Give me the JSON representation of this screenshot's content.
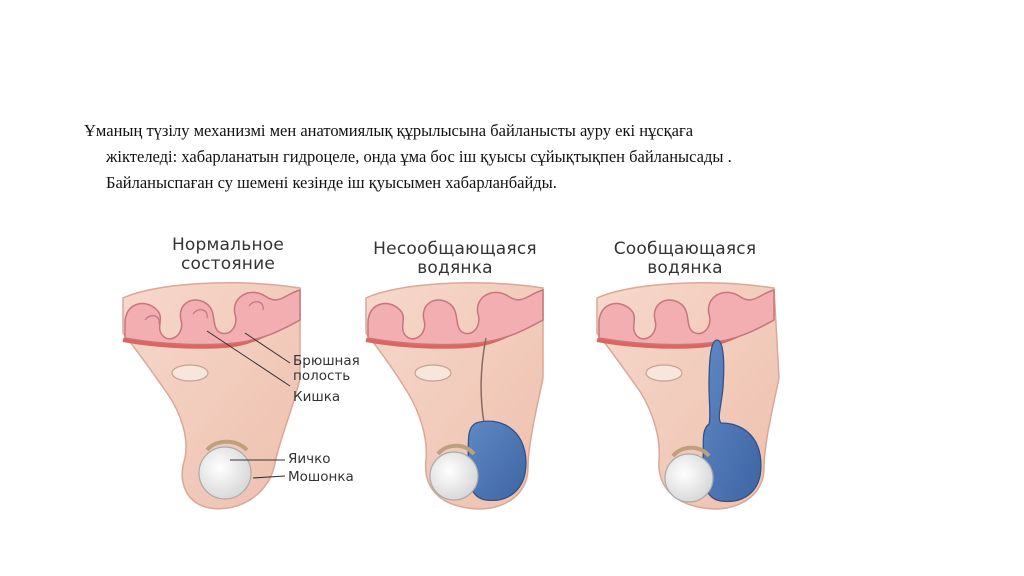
{
  "paragraph": {
    "line1": "Ұманың түзілу механизмі мен анатомиялық құрылысына байланысты ауру екі нұсқаға",
    "line2": "жіктеледі: хабарланатын гидроцеле, онда ұма бос іш қуысы сұйықтықпен байланысады .",
    "line3": "Байланыспаған су шемені кезінде іш қуысымен хабарланбайды."
  },
  "figure": {
    "panels": [
      {
        "title_line1": "Нормальное",
        "title_line2": "состояние"
      },
      {
        "title_line1": "Несообщающаяся",
        "title_line2": "водянка"
      },
      {
        "title_line1": "Сообщающаяся",
        "title_line2": "водянка"
      }
    ],
    "labels": {
      "abdominal_cavity_line1": "Брюшная",
      "abdominal_cavity_line2": "полость",
      "intestine": "Кишка",
      "testicle": "Яичко",
      "scrotum": "Мошонка"
    },
    "colors": {
      "skin": "#f3cfc0",
      "intestine": "#f2aeb0",
      "intestine_outline": "#c6767c",
      "fluid": "#4c77b6",
      "testicle": "#e9e9ea"
    }
  }
}
